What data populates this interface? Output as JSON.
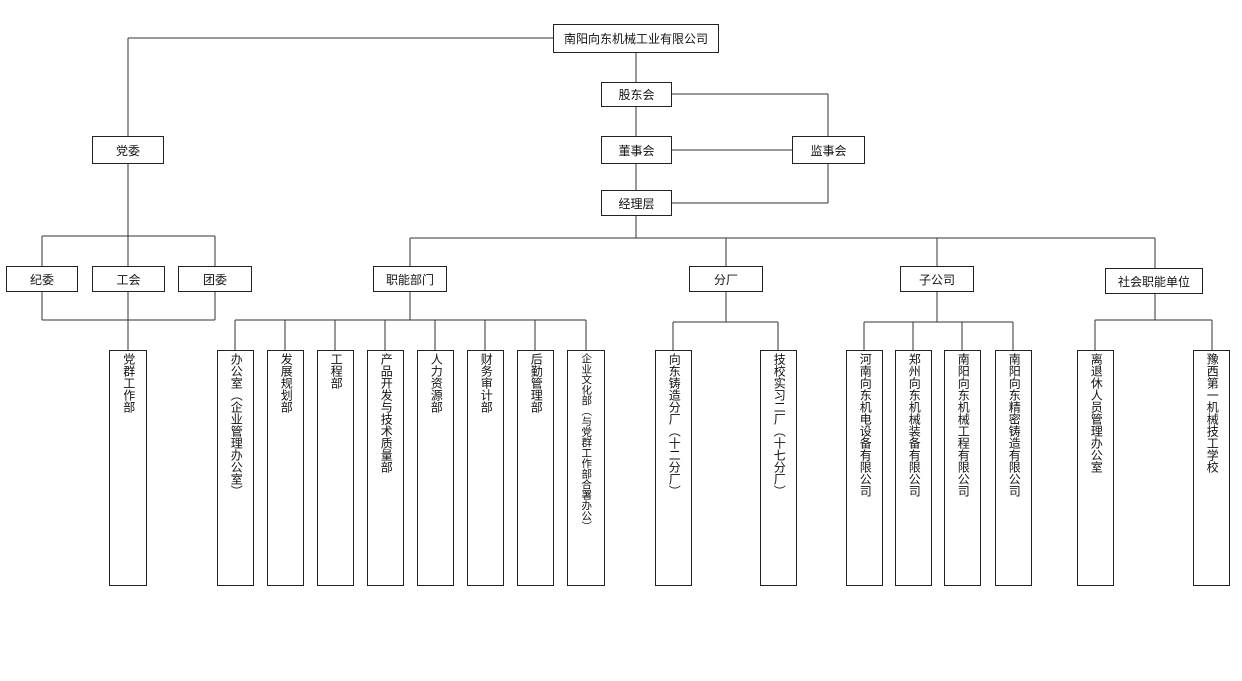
{
  "colors": {
    "line": "#333333",
    "border": "#222222",
    "background": "#ffffff",
    "text": "#111111"
  },
  "org": {
    "company": "南阳向东机械工业有限公司",
    "shareholders": "股东会",
    "board": "董事会",
    "supervisors": "监事会",
    "management": "经理层",
    "party_committee": "党委",
    "discipline": "纪委",
    "union": "工会",
    "youth": "团委",
    "party_dept": "党群工作部",
    "functional": {
      "label": "职能部门",
      "children": [
        "办公室（企业管理办公室）",
        "发展规划部",
        "工程部",
        "产品开发与技术质量部",
        "人力资源部",
        "财务审计部",
        "后勤管理部",
        "企业文化部（与党群工作部合署办公）"
      ]
    },
    "branch": {
      "label": "分厂",
      "children": [
        "向东铸造分厂（十二分厂）",
        "技校实习二厂（十七分厂）"
      ]
    },
    "subsidiary": {
      "label": "子公司",
      "children": [
        "河南向东机电设备有限公司",
        "郑州向东机械装备有限公司",
        "南阳向东机械工程有限公司",
        "南阳向东精密铸造有限公司"
      ]
    },
    "social": {
      "label": "社会职能单位",
      "children": [
        "离退休人员管理办公室",
        "豫西第一机械技工学校"
      ]
    }
  }
}
